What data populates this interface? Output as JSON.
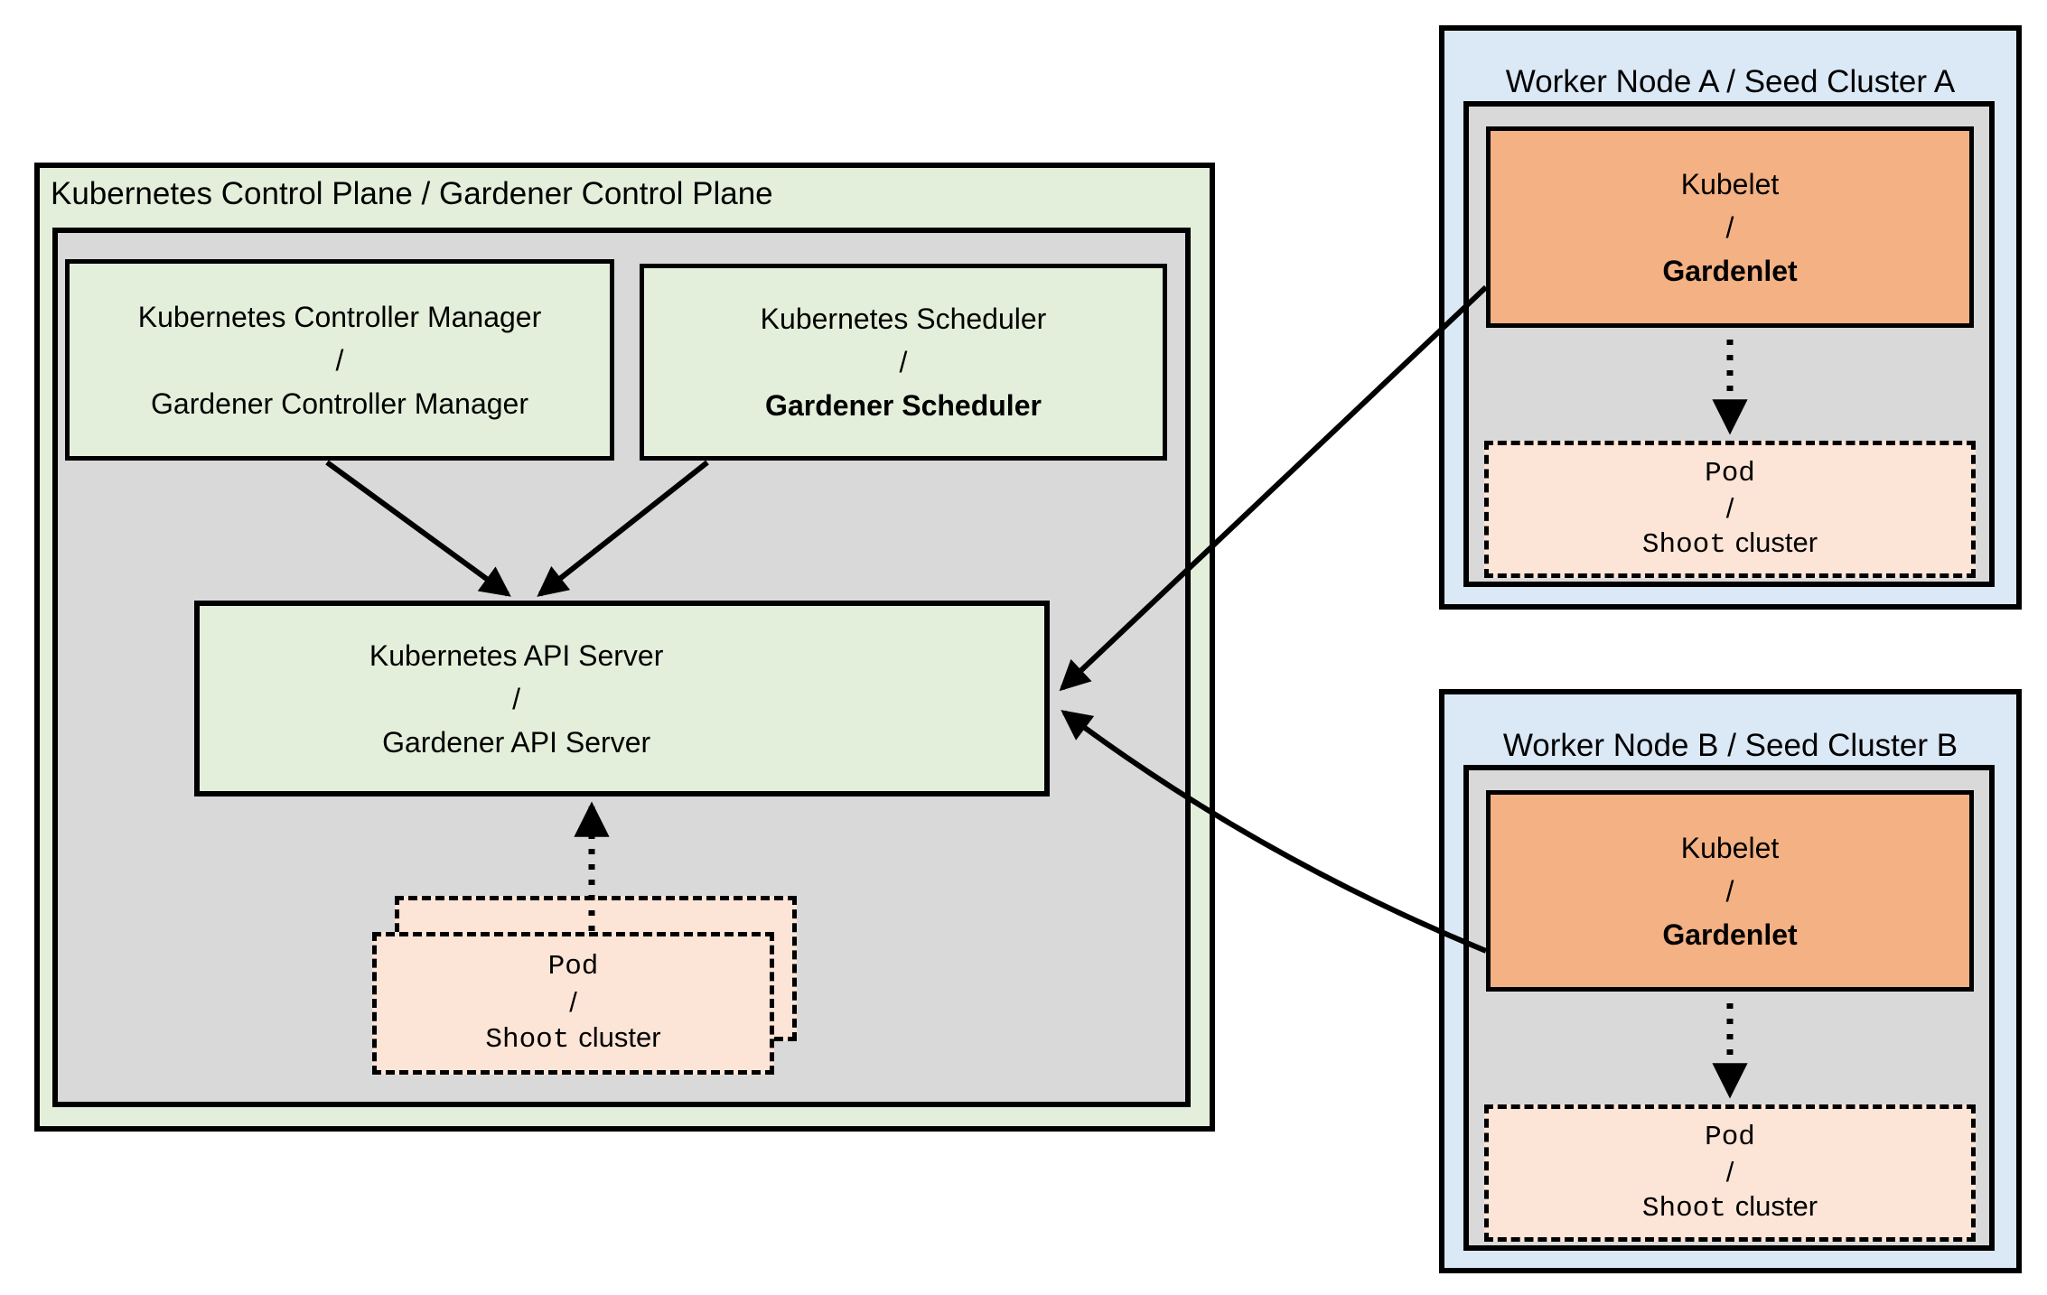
{
  "colors": {
    "green": "#e3efda",
    "gray": "#d9d9d9",
    "orange": "#f4b183",
    "peach": "#fce4d6",
    "blue": "#dbe8f6",
    "ink": "#000000"
  },
  "control_plane": {
    "title": "Kubernetes Control Plane / Gardener Control Plane",
    "controller_manager": {
      "line1": "Kubernetes Controller Manager",
      "line2": "/",
      "line3": "Gardener Controller Manager"
    },
    "scheduler": {
      "line1": "Kubernetes Scheduler",
      "line2": "/",
      "line3": "Gardener Scheduler"
    },
    "api_server": {
      "line1": "Kubernetes API Server",
      "line2": "/",
      "line3": "Gardener API Server"
    },
    "pod": {
      "line1": "Pod",
      "line2": "/",
      "line3_mono": "Shoot",
      "line3_sans": "cluster"
    }
  },
  "workers": [
    {
      "title": "Worker Node A / Seed Cluster A",
      "kubelet": {
        "line1": "Kubelet",
        "line2": "/",
        "line3": "Gardenlet"
      },
      "pod": {
        "line1": "Pod",
        "line2": "/",
        "line3_mono": "Shoot",
        "line3_sans": "cluster"
      }
    },
    {
      "title": "Worker Node B / Seed Cluster B",
      "kubelet": {
        "line1": "Kubelet",
        "line2": "/",
        "line3": "Gardenlet"
      },
      "pod": {
        "line1": "Pod",
        "line2": "/",
        "line3_mono": "Shoot",
        "line3_sans": "cluster"
      }
    }
  ]
}
